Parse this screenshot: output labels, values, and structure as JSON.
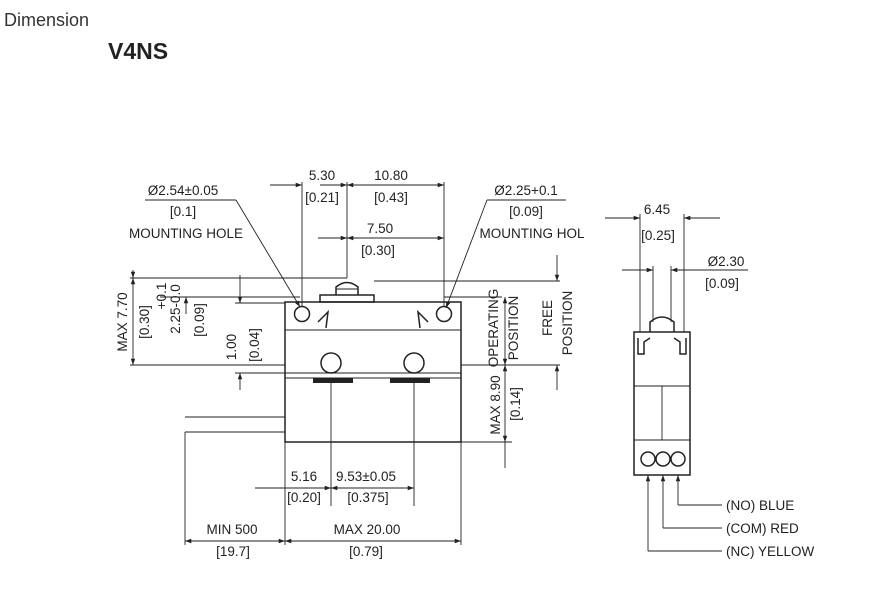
{
  "header": {
    "section": "Dimension",
    "model": "V4NS"
  },
  "dims": {
    "d530": "5.30",
    "d530_in": "[0.21]",
    "d1080": "10.80",
    "d1080_in": "[0.43]",
    "d750": "7.50",
    "d750_in": "[0.30]",
    "hole_left_dia": "Ø2.54±0.05",
    "hole_left_in": "[0.1]",
    "hole_left_label": "MOUNTING HOLE",
    "hole_right_dia": "Ø2.25+0.1",
    "hole_right_in": "[0.09]",
    "hole_right_label": "MOUNTING HOL",
    "max770": "MAX 7.70",
    "max770_in": "[0.30]",
    "tol_top": "+0.1",
    "tol_mid": "2.25-0.0",
    "tol_in": "[0.09]",
    "d100": "1.00",
    "d100_in": "[0.04]",
    "operating": "OPERATING",
    "position": "POSITION",
    "free": "FREE",
    "free_position": "POSITION",
    "max890": "MAX 8.90",
    "max890_in": "[0.14]",
    "d516": "5.16",
    "d516_in": "[0.20]",
    "d953": "9.53±0.05",
    "d953_in": "[0.375]",
    "min500": "MIN 500",
    "min500_in": "[19.7]",
    "max2000": "MAX 20.00",
    "max2000_in": "[0.79]",
    "d645": "6.45",
    "d645_in": "[0.25]",
    "d230": "Ø2.30",
    "d230_in": "[0.09]"
  },
  "wires": [
    {
      "label": "(NO) BLUE"
    },
    {
      "label": "(COM) RED"
    },
    {
      "label": "(NC) YELLOW"
    }
  ]
}
